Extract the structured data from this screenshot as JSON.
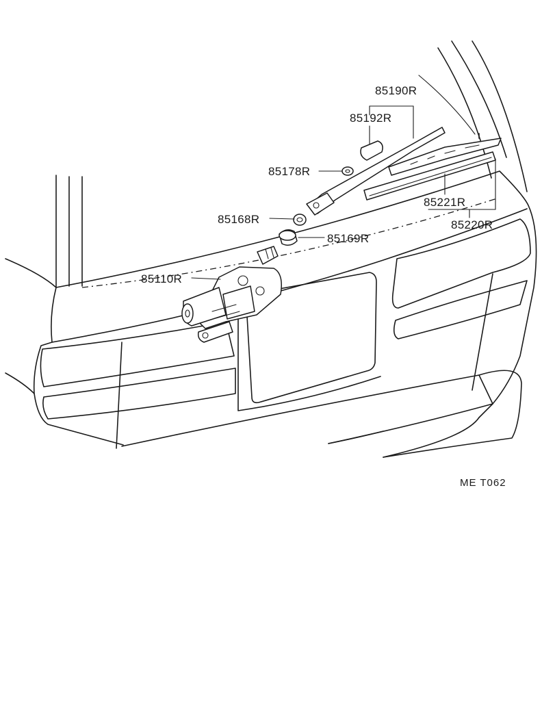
{
  "labels": {
    "p85190R": "85190R",
    "p85192R": "85192R",
    "p85178R": "85178R",
    "p85168R": "85168R",
    "p85169R": "85169R",
    "p85110R": "85110R",
    "p85221R": "85221R",
    "p85220R": "85220R"
  },
  "figure_code": "ME  T062",
  "line_color": "#1a1a1a",
  "background_color": "#ffffff"
}
